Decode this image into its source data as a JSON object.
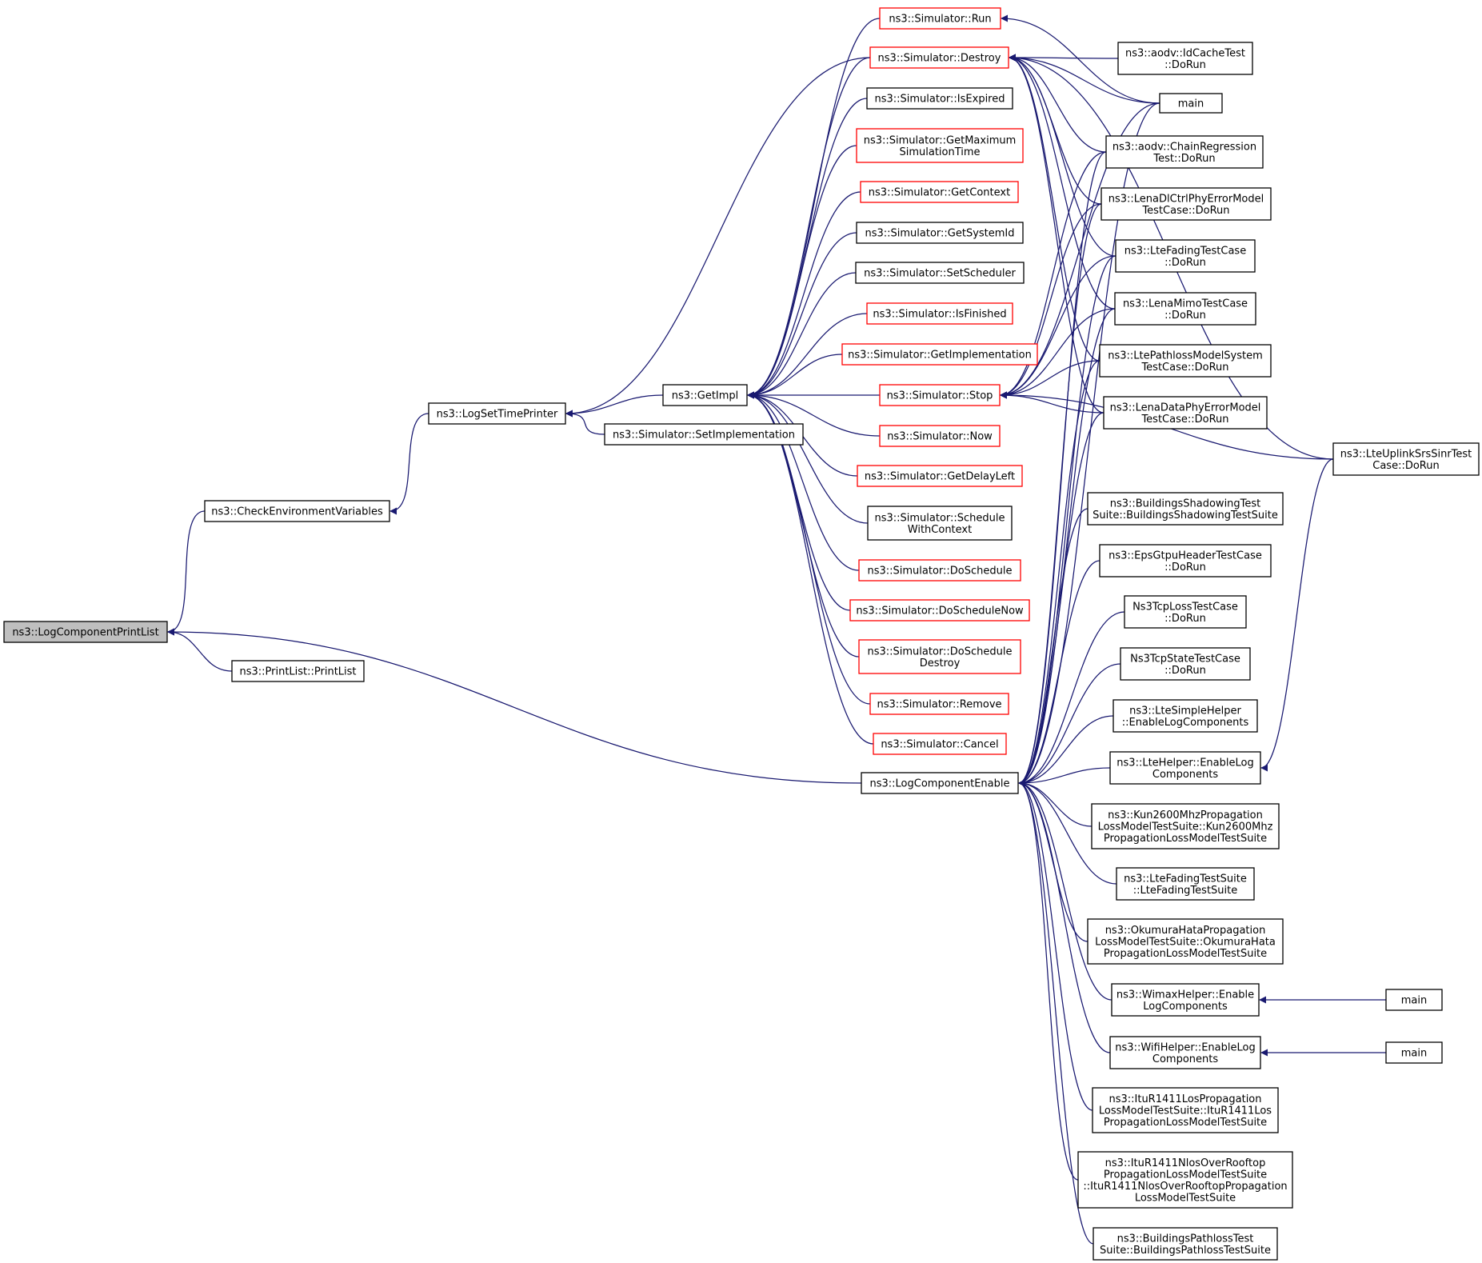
{
  "nodes": [
    {
      "id": "n0",
      "label": [
        "ns3::LogComponentPrintList"
      ],
      "style": "root"
    },
    {
      "id": "n1",
      "label": [
        "ns3::CheckEnvironmentVariables"
      ],
      "style": "normal"
    },
    {
      "id": "n2",
      "label": [
        "ns3::LogSetTimePrinter"
      ],
      "style": "normal"
    },
    {
      "id": "n3",
      "label": [
        "ns3::PrintList::PrintList"
      ],
      "style": "normal"
    },
    {
      "id": "n4",
      "label": [
        "ns3::LogComponentEnable"
      ],
      "style": "normal"
    },
    {
      "id": "n5",
      "label": [
        "ns3::GetImpl"
      ],
      "style": "normal"
    },
    {
      "id": "n6",
      "label": [
        "ns3::Simulator::SetImplementation"
      ],
      "style": "normal"
    },
    {
      "id": "n7",
      "label": [
        "ns3::Simulator::Run"
      ],
      "style": "red"
    },
    {
      "id": "n8",
      "label": [
        "ns3::Simulator::Destroy"
      ],
      "style": "red"
    },
    {
      "id": "n9",
      "label": [
        "ns3::Simulator::IsExpired"
      ],
      "style": "normal"
    },
    {
      "id": "n10",
      "label": [
        "ns3::Simulator::GetMaximum",
        "SimulationTime"
      ],
      "style": "red"
    },
    {
      "id": "n11",
      "label": [
        "ns3::Simulator::GetContext"
      ],
      "style": "red"
    },
    {
      "id": "n12",
      "label": [
        "ns3::Simulator::GetSystemId"
      ],
      "style": "normal"
    },
    {
      "id": "n13",
      "label": [
        "ns3::Simulator::SetScheduler"
      ],
      "style": "normal"
    },
    {
      "id": "n14",
      "label": [
        "ns3::Simulator::IsFinished"
      ],
      "style": "red"
    },
    {
      "id": "n15",
      "label": [
        "ns3::Simulator::GetImplementation"
      ],
      "style": "red"
    },
    {
      "id": "n16",
      "label": [
        "ns3::Simulator::Stop"
      ],
      "style": "red"
    },
    {
      "id": "n17",
      "label": [
        "ns3::Simulator::Now"
      ],
      "style": "red"
    },
    {
      "id": "n18",
      "label": [
        "ns3::Simulator::GetDelayLeft"
      ],
      "style": "red"
    },
    {
      "id": "n19",
      "label": [
        "ns3::Simulator::Schedule",
        "WithContext"
      ],
      "style": "normal"
    },
    {
      "id": "n20",
      "label": [
        "ns3::Simulator::DoSchedule"
      ],
      "style": "red"
    },
    {
      "id": "n21",
      "label": [
        "ns3::Simulator::DoScheduleNow"
      ],
      "style": "red"
    },
    {
      "id": "n22",
      "label": [
        "ns3::Simulator::DoSchedule",
        "Destroy"
      ],
      "style": "red"
    },
    {
      "id": "n23",
      "label": [
        "ns3::Simulator::Remove"
      ],
      "style": "red"
    },
    {
      "id": "n24",
      "label": [
        "ns3::Simulator::Cancel"
      ],
      "style": "red"
    },
    {
      "id": "n25",
      "label": [
        "ns3::aodv::IdCacheTest",
        "::DoRun"
      ],
      "style": "normal"
    },
    {
      "id": "n26",
      "label": [
        "main"
      ],
      "style": "normal"
    },
    {
      "id": "n27",
      "label": [
        "ns3::aodv::ChainRegression",
        "Test::DoRun"
      ],
      "style": "normal"
    },
    {
      "id": "n28",
      "label": [
        "ns3::LenaDlCtrlPhyErrorModel",
        "TestCase::DoRun"
      ],
      "style": "normal"
    },
    {
      "id": "n29",
      "label": [
        "ns3::LteFadingTestCase",
        "::DoRun"
      ],
      "style": "normal"
    },
    {
      "id": "n30",
      "label": [
        "ns3::LenaMimoTestCase",
        "::DoRun"
      ],
      "style": "normal"
    },
    {
      "id": "n31",
      "label": [
        "ns3::LtePathlossModelSystem",
        "TestCase::DoRun"
      ],
      "style": "normal"
    },
    {
      "id": "n32",
      "label": [
        "ns3::LenaDataPhyErrorModel",
        "TestCase::DoRun"
      ],
      "style": "normal"
    },
    {
      "id": "n33",
      "label": [
        "ns3::LteUplinkSrsSinrTest",
        "Case::DoRun"
      ],
      "style": "normal"
    },
    {
      "id": "n34",
      "label": [
        "ns3::BuildingsShadowingTest",
        "Suite::BuildingsShadowingTestSuite"
      ],
      "style": "normal"
    },
    {
      "id": "n35",
      "label": [
        "ns3::EpsGtpuHeaderTestCase",
        "::DoRun"
      ],
      "style": "normal"
    },
    {
      "id": "n36",
      "label": [
        "Ns3TcpLossTestCase",
        "::DoRun"
      ],
      "style": "normal"
    },
    {
      "id": "n37",
      "label": [
        "Ns3TcpStateTestCase",
        "::DoRun"
      ],
      "style": "normal"
    },
    {
      "id": "n38",
      "label": [
        "ns3::LteSimpleHelper",
        "::EnableLogComponents"
      ],
      "style": "normal"
    },
    {
      "id": "n39",
      "label": [
        "ns3::LteHelper::EnableLog",
        "Components"
      ],
      "style": "normal"
    },
    {
      "id": "n40",
      "label": [
        "ns3::Kun2600MhzPropagation",
        "LossModelTestSuite::Kun2600Mhz",
        "PropagationLossModelTestSuite"
      ],
      "style": "normal"
    },
    {
      "id": "n41",
      "label": [
        "ns3::LteFadingTestSuite",
        "::LteFadingTestSuite"
      ],
      "style": "normal"
    },
    {
      "id": "n42",
      "label": [
        "ns3::OkumuraHataPropagation",
        "LossModelTestSuite::OkumuraHata",
        "PropagationLossModelTestSuite"
      ],
      "style": "normal"
    },
    {
      "id": "n43",
      "label": [
        "ns3::WimaxHelper::Enable",
        "LogComponents"
      ],
      "style": "normal"
    },
    {
      "id": "n44",
      "label": [
        "main"
      ],
      "style": "normal"
    },
    {
      "id": "n45",
      "label": [
        "ns3::WifiHelper::EnableLog",
        "Components"
      ],
      "style": "normal"
    },
    {
      "id": "n46",
      "label": [
        "main"
      ],
      "style": "normal"
    },
    {
      "id": "n47",
      "label": [
        "ns3::ItuR1411LosPropagation",
        "LossModelTestSuite::ItuR1411Los",
        "PropagationLossModelTestSuite"
      ],
      "style": "normal"
    },
    {
      "id": "n48",
      "label": [
        "ns3::ItuR1411NlosOverRooftop",
        "PropagationLossModelTestSuite",
        "::ItuR1411NlosOverRooftopPropagation",
        "LossModelTestSuite"
      ],
      "style": "normal"
    },
    {
      "id": "n49",
      "label": [
        "ns3::BuildingsPathlossTest",
        "Suite::BuildingsPathlossTestSuite"
      ],
      "style": "normal"
    }
  ],
  "edges": [
    [
      "n0",
      "n1"
    ],
    [
      "n0",
      "n3"
    ],
    [
      "n0",
      "n4"
    ],
    [
      "n1",
      "n2"
    ],
    [
      "n2",
      "n5"
    ],
    [
      "n2",
      "n6"
    ],
    [
      "n2",
      "n8"
    ],
    [
      "n5",
      "n7"
    ],
    [
      "n5",
      "n8"
    ],
    [
      "n5",
      "n9"
    ],
    [
      "n5",
      "n10"
    ],
    [
      "n5",
      "n11"
    ],
    [
      "n5",
      "n12"
    ],
    [
      "n5",
      "n13"
    ],
    [
      "n5",
      "n14"
    ],
    [
      "n5",
      "n15"
    ],
    [
      "n5",
      "n16"
    ],
    [
      "n5",
      "n17"
    ],
    [
      "n5",
      "n18"
    ],
    [
      "n5",
      "n19"
    ],
    [
      "n5",
      "n20"
    ],
    [
      "n5",
      "n21"
    ],
    [
      "n5",
      "n22"
    ],
    [
      "n5",
      "n23"
    ],
    [
      "n5",
      "n24"
    ],
    [
      "n7",
      "n26"
    ],
    [
      "n8",
      "n25"
    ],
    [
      "n8",
      "n26"
    ],
    [
      "n8",
      "n27"
    ],
    [
      "n8",
      "n28"
    ],
    [
      "n8",
      "n29"
    ],
    [
      "n8",
      "n30"
    ],
    [
      "n8",
      "n31"
    ],
    [
      "n8",
      "n32"
    ],
    [
      "n8",
      "n33"
    ],
    [
      "n16",
      "n26"
    ],
    [
      "n16",
      "n27"
    ],
    [
      "n16",
      "n28"
    ],
    [
      "n16",
      "n29"
    ],
    [
      "n16",
      "n30"
    ],
    [
      "n16",
      "n31"
    ],
    [
      "n16",
      "n32"
    ],
    [
      "n16",
      "n33"
    ],
    [
      "n4",
      "n26"
    ],
    [
      "n4",
      "n27"
    ],
    [
      "n4",
      "n28"
    ],
    [
      "n4",
      "n29"
    ],
    [
      "n4",
      "n30"
    ],
    [
      "n4",
      "n31"
    ],
    [
      "n4",
      "n32"
    ],
    [
      "n4",
      "n34"
    ],
    [
      "n4",
      "n35"
    ],
    [
      "n4",
      "n36"
    ],
    [
      "n4",
      "n37"
    ],
    [
      "n4",
      "n38"
    ],
    [
      "n4",
      "n39"
    ],
    [
      "n4",
      "n40"
    ],
    [
      "n4",
      "n41"
    ],
    [
      "n4",
      "n42"
    ],
    [
      "n4",
      "n43"
    ],
    [
      "n4",
      "n45"
    ],
    [
      "n4",
      "n47"
    ],
    [
      "n4",
      "n48"
    ],
    [
      "n4",
      "n49"
    ],
    [
      "n39",
      "n33"
    ],
    [
      "n43",
      "n44"
    ],
    [
      "n45",
      "n46"
    ]
  ]
}
